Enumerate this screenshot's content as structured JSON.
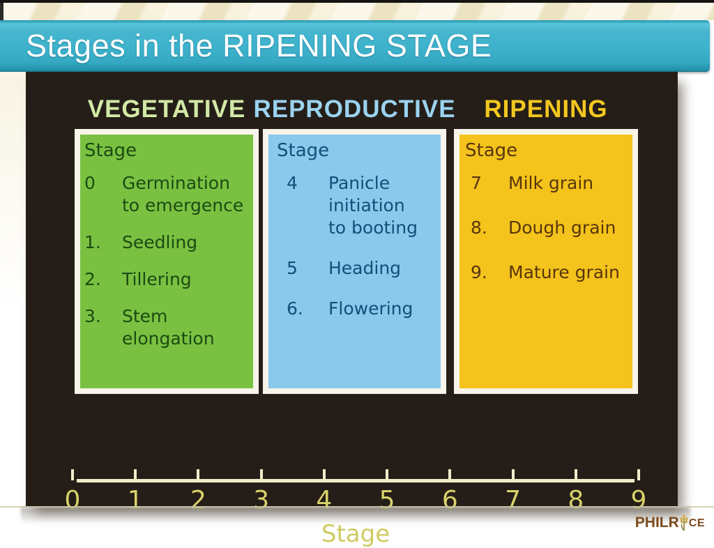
{
  "title_bar": {
    "title": "Stages in the RIPENING STAGE"
  },
  "diagram": {
    "columns": [
      {
        "header": "VEGETATIVE",
        "stage_label": "Stage",
        "items": [
          {
            "num": "0",
            "text": "Germination\nto emergence"
          },
          {
            "num": "1.",
            "text": "Seedling"
          },
          {
            "num": "2.",
            "text": "Tillering"
          },
          {
            "num": "3.",
            "text": "Stem\nelongation"
          }
        ]
      },
      {
        "header": "REPRODUCTIVE",
        "stage_label": "Stage",
        "items": [
          {
            "num": "4",
            "text": "Panicle\ninitiation\nto booting"
          },
          {
            "num": "5",
            "text": "Heading"
          },
          {
            "num": "6.",
            "text": "Flowering"
          }
        ]
      },
      {
        "header": "RIPENING",
        "stage_label": "Stage",
        "items": [
          {
            "num": "7",
            "text": "Milk grain"
          },
          {
            "num": "8.",
            "text": "Dough grain"
          },
          {
            "num": "9.",
            "text": "Mature grain"
          }
        ]
      }
    ],
    "axis": {
      "tick_labels": [
        "0",
        "1",
        "2",
        "3",
        "4",
        "5",
        "6",
        "7",
        "8",
        "9"
      ],
      "label": "Stage"
    }
  },
  "footer": {
    "logo_part_a": "PhilR",
    "logo_part_b": "ce",
    "logo_icon": "rice-stalk-icon"
  },
  "palette": {
    "banner_teal": "#3eb2cc",
    "figure_background": "#251e18",
    "vegetative_header": "#d2e9a6",
    "vegetative_box": "#7ac142",
    "reproductive_header": "#9ad3f0",
    "reproductive_box": "#8ac9ec",
    "ripening_header": "#f3c720",
    "ripening_box": "#f4c31c",
    "axis_cream": "#f1ecc8",
    "axis_number_yellow": "#d9d369",
    "logo_brown": "#7b4a1d"
  }
}
